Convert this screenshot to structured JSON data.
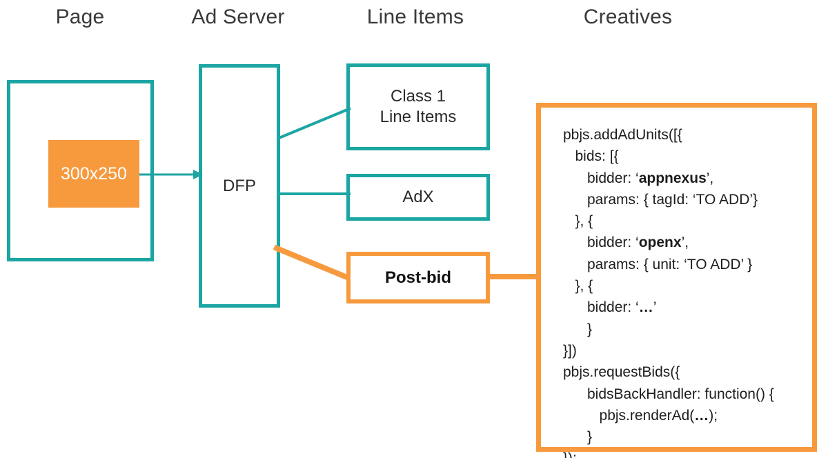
{
  "headers": {
    "page": "Page",
    "ad_server": "Ad Server",
    "line_items": "Line Items",
    "creatives": "Creatives"
  },
  "boxes": {
    "page_label": "",
    "ad_slot": "300x250",
    "dfp": "DFP",
    "class1_line1": "Class 1",
    "class1_line2": "Line Items",
    "adx": "AdX",
    "postbid": "Post-bid"
  },
  "code": {
    "lines": [
      "pbjs.addAdUnits([{",
      "   bids: [{",
      "      bidder: ‘appnexus’,",
      "      params: { tagId: ‘TO ADD’}",
      "   }, {",
      "      bidder: ‘openx’,",
      "      params: { unit: ‘TO ADD’ }",
      "   }, {",
      "      bidder: ‘…’",
      "      }",
      "}])",
      "pbjs.requestBids({",
      "      bidsBackHandler: function() {",
      "         pbjs.renderAd(…);",
      "      }",
      "});"
    ],
    "bold_fragments": [
      "appnexus",
      "openx",
      "…"
    ]
  },
  "colors": {
    "teal": "#1ba5a3",
    "orange": "#f79a3e",
    "text": "#2b2b2b",
    "background": "#ffffff"
  },
  "connectors": {
    "page_to_dfp": "arrow-right",
    "dfp_to_class1": "diagonal-up",
    "dfp_to_adx": "horizontal",
    "dfp_to_postbid": "diagonal-down-orange",
    "postbid_to_code": "horizontal-orange"
  }
}
